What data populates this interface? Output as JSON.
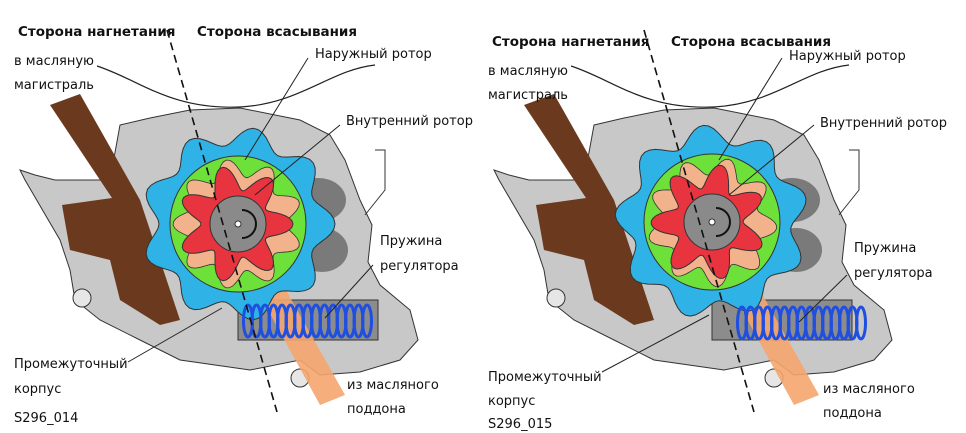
{
  "colors": {
    "housing": "#c8c8c8",
    "outer_rotor": "#2fb3e6",
    "rotor_ring": "#6ee03a",
    "inner_rotor": "#e8343f",
    "hub": "#8a8a8a",
    "pressure_channel": "#6b3a1e",
    "suction_channel": "#f4a56e",
    "spring": "#1f4fe0",
    "chamber": "#f2b38c"
  },
  "panels": [
    {
      "pressure_side": "Сторона нагнетания",
      "suction_side": "Сторона всасывания",
      "to_main_line_1": "в масляную",
      "to_main_line_2": "магистраль",
      "outer_rotor": "Наружный ротор",
      "inner_rotor": "Внутренний ротор",
      "spring_1": "Пружина",
      "spring_2": "регулятора",
      "intermediate_1": "Промежуточный",
      "intermediate_2": "корпус",
      "from_sump_1": "из масляного",
      "from_sump_2": "поддона",
      "figure_id": "S296_014"
    },
    {
      "pressure_side": "Сторона нагнетания",
      "suction_side": "Сторона всасывания",
      "to_main_line_1": "в масляную",
      "to_main_line_2": "магистраль",
      "outer_rotor": "Наружный ротор",
      "inner_rotor": "Внутренний ротор",
      "spring_1": "Пружина",
      "spring_2": "регулятора",
      "intermediate_1": "Промежуточный",
      "intermediate_2": "корпус",
      "from_sump_1": "из масляного",
      "from_sump_2": "поддона",
      "figure_id": "S296_015"
    }
  ]
}
